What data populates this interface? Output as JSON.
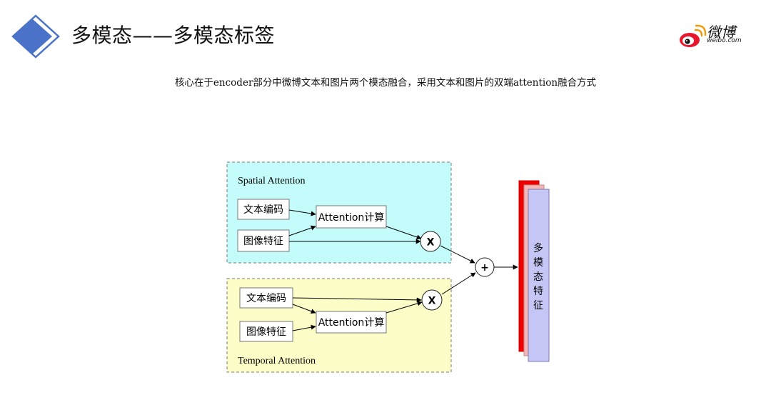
{
  "header": {
    "title": "多模态——多模态标签",
    "brand_name": "微博",
    "brand_sub": "weibo.com"
  },
  "subtitle": "核心在于encoder部分中微博文本和图片两个模态融合，采用文本和图片的双端attention融合方式",
  "diagram": {
    "spatial": {
      "label": "Spatial Attention",
      "text_encoding": "文本编码",
      "image_feature": "图像特征",
      "attention": "Attention计算",
      "multiply": "X"
    },
    "temporal": {
      "label": "Temporal Attention",
      "text_encoding": "文本编码",
      "image_feature": "图像特征",
      "attention": "Attention计算",
      "multiply": "X"
    },
    "plus": "+",
    "output_chars": [
      "多",
      "模",
      "态",
      "特",
      "征"
    ]
  },
  "colors": {
    "logo_blue": "#4a72c8",
    "spatial_bg": "#c4fcfc",
    "temporal_bg": "#fdfdc8",
    "stack_red": "#ee0000",
    "stack_pink": "#f5b8b8",
    "stack_lavender": "#c6c6f6"
  }
}
